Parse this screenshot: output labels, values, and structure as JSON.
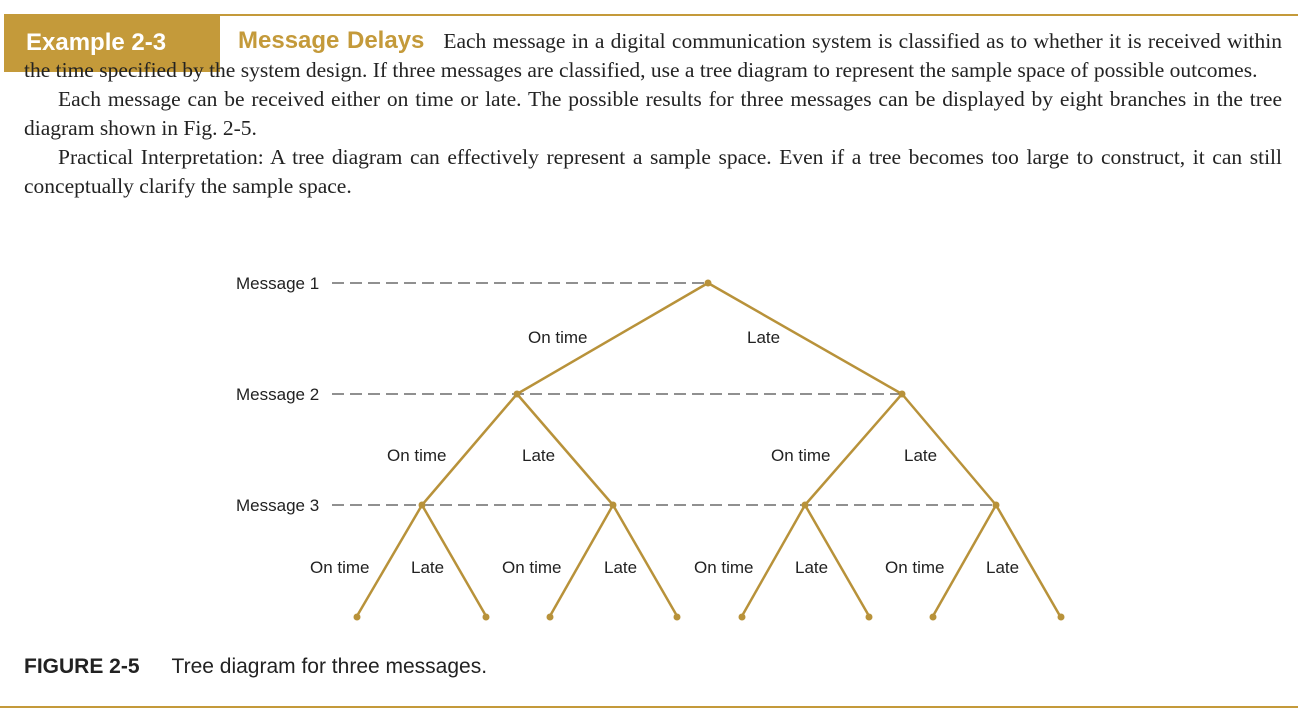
{
  "example": {
    "label": "Example 2-3",
    "title": "Message Delays",
    "paragraph1": "Each message in a digital communication system is classified as to whether it is received within the time specified by the system design. If three messages are classified, use a tree diagram to represent the sample space of possible outcomes.",
    "paragraph2": "Each message can be received either on time or late. The possible results for three messages can be displayed by eight branches in the tree diagram shown in Fig. 2-5.",
    "paragraph3": "Practical Interpretation: A tree diagram can effectively represent a sample space. Even if a tree becomes too large to construct, it can still conceptually clarify the sample space."
  },
  "diagram": {
    "levels": [
      "Message 1",
      "Message 2",
      "Message 3"
    ],
    "branch_on_time": "On time",
    "branch_late": "Late",
    "accent_color": "#c49a3a"
  },
  "caption": {
    "figure_number": "FIGURE 2-5",
    "text": "Tree diagram for three messages."
  }
}
